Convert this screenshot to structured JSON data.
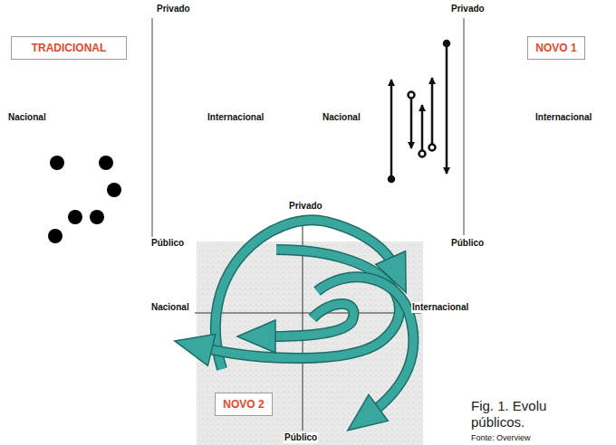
{
  "diagram": {
    "caption": "Fig. 1. Evolu públicos.",
    "nodes": [
      {
        "text": [
          "TRADICIONAL"
        ]
      },
      {
        "text": [
          "NOVO 1"
        ]
      },
      {
        "text": [
          "NOVO 2"
        ]
      }
    ],
    "labels": [
      "Privado",
      "Nacional",
      "Internacional",
      "Público",
      "Privado",
      "Nacional",
      "Internacional",
      "Público",
      "Privado",
      "Nacional",
      "Internacional",
      "Público",
      "Fonte: Overview"
    ]
  }
}
